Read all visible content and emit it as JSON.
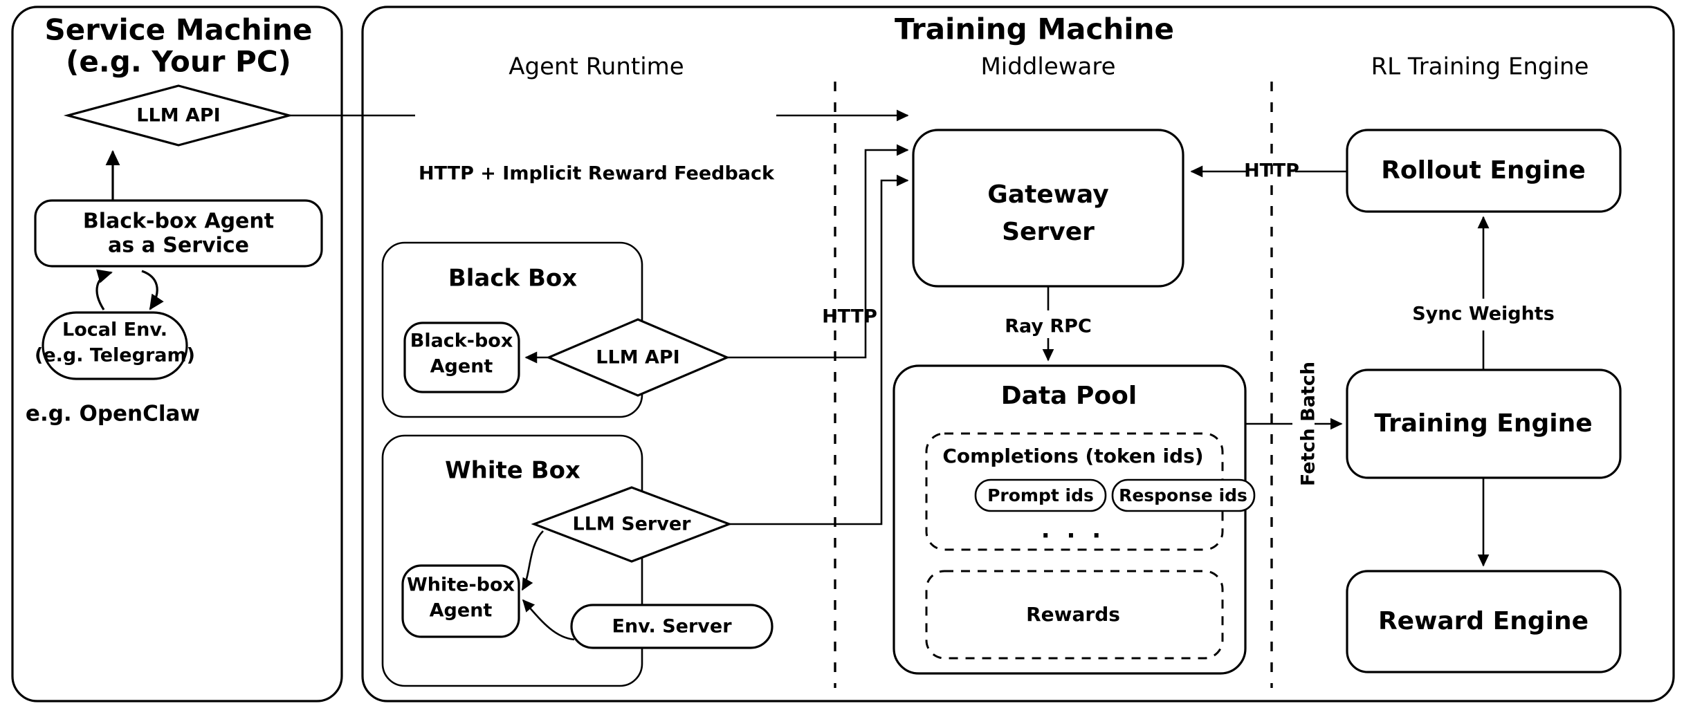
{
  "figure": {
    "title": "Agent RL training system architecture",
    "colors": {
      "stroke": "#000000",
      "background": "#ffffff",
      "blue_fill": "#dce8f5",
      "blue_hatch": "#9cc0e0",
      "pink_fill": "#f6e2f0",
      "pink_hatch": "#dba8cd",
      "purple_fill": "#ecdcf2",
      "purple_hatch": "#c9a6dd",
      "yellow_fill": "#f7eec4",
      "yellow_hatch": "#e2c96a",
      "salmon_fill": "#f7ddd0",
      "salmon_hatch": "#e09a79"
    }
  },
  "service_machine": {
    "title_line1": "Service Machine",
    "title_line2": "(e.g. Your PC)",
    "llm_api": "LLM API",
    "agent_line1": "Black-box Agent",
    "agent_line2": "as a Service",
    "env_line1": "Local Env.",
    "env_line2": "(e.g. Telegram)",
    "footnote": "e.g. OpenClaw"
  },
  "training_machine": {
    "title": "Training Machine"
  },
  "agent_runtime": {
    "section_title": "Agent Runtime",
    "feedback_label": "HTTP + Implicit Reward Feedback",
    "black_box": {
      "title": "Black Box",
      "agent_line1": "Black-box",
      "agent_line2": "Agent",
      "llm_api": "LLM API"
    },
    "white_box": {
      "title": "White Box",
      "agent_line1": "White-box",
      "agent_line2": "Agent",
      "llm_server": "LLM Server",
      "env_server": "Env. Server"
    },
    "http_label": "HTTP"
  },
  "middleware": {
    "section_title": "Middleware",
    "gateway_line1": "Gateway",
    "gateway_line2": "Server",
    "ray_rpc_label": "Ray RPC",
    "data_pool": {
      "title": "Data Pool",
      "completions_title": "Completions (token ids)",
      "prompt_ids": "Prompt ids",
      "response_ids": "Response ids",
      "ellipsis": ". . .",
      "rewards_title": "Rewards"
    }
  },
  "rl_training_engine": {
    "section_title": "RL Training Engine",
    "rollout_engine": "Rollout Engine",
    "training_engine": "Training Engine",
    "reward_engine": "Reward Engine",
    "http_label": "HTTP",
    "sync_weights_label": "Sync Weights",
    "fetch_batch_label": "Fetch Batch"
  }
}
